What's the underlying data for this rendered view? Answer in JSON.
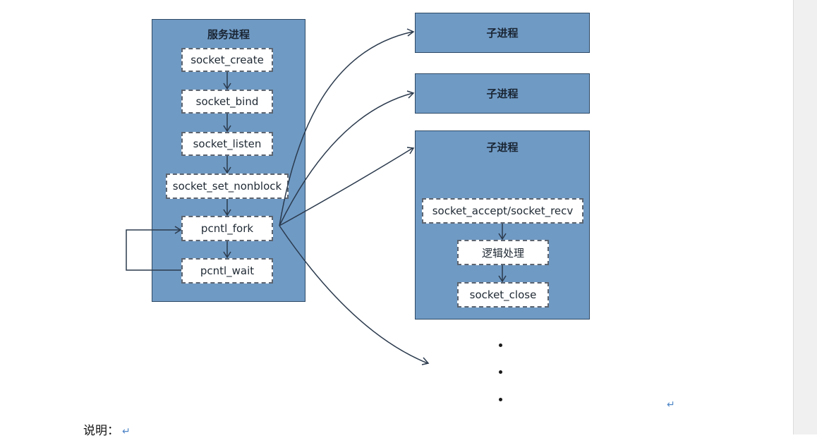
{
  "server": {
    "title": "服务进程",
    "steps": [
      "socket_create",
      "socket_bind",
      "socket_listen",
      "socket_set_nonblock",
      "pcntl_fork",
      "pcntl_wait"
    ]
  },
  "children": [
    {
      "title": "子进程"
    },
    {
      "title": "子进程"
    },
    {
      "title": "子进程",
      "steps": [
        "socket_accept/socket_recv",
        "逻辑处理",
        "socket_close"
      ]
    }
  ],
  "doc": {
    "caption": "说明：",
    "paragraph_mark": "↵"
  }
}
